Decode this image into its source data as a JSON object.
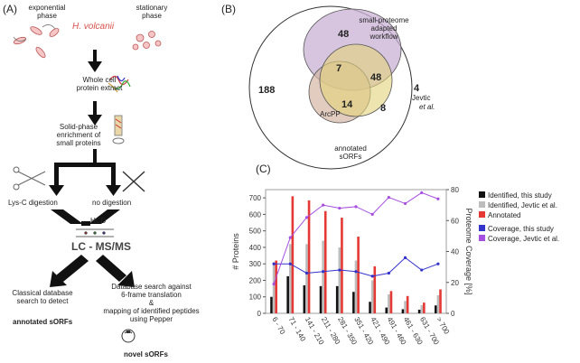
{
  "panelA": {
    "label": "(A)",
    "exponential": "exponential\nphase",
    "stationary": "stationary\nphase",
    "organism": "H. volcanii",
    "step1": "Whole cell\nprotein extract",
    "step2": "Solid-phase\nenrichment of\nsmall proteins",
    "lys": "Lys-C digestion",
    "nodig": "no digestion",
    "hcd": "HCD",
    "lcms": "LC - MS/MS",
    "left_desc": "Classical database\nsearch to detect",
    "right_desc": "Database search against\n6-frame translation\n&\nmapping of identified peptides\nusing Pepper",
    "annotated": "annotated sORFs",
    "novel": "novel sORFs"
  },
  "panelB": {
    "label": "(B)",
    "n188": "188",
    "n48top": "48",
    "n7": "7",
    "n48center": "48",
    "n4": "4",
    "n14": "14",
    "n8": "8",
    "workflow": "small-proteome\nadapted\nworkflow",
    "jevtic": "Jevtic",
    "etal": "et al.",
    "arcpp": "ArcPP",
    "annotated": "annotated\nsORFs"
  },
  "panelC": {
    "label": "(C)"
  },
  "chart_data": {
    "type": "bar",
    "categories": [
      "6 - 70",
      "71 - 140",
      "141 - 210",
      "211 - 280",
      "281 - 350",
      "351 - 420",
      "421 - 490",
      "491 - 460",
      "461 - 630",
      "631 - 700",
      "> 700"
    ],
    "ylabel": "# Proteins",
    "y2label": "Proteome Coverage [%]",
    "ylim": [
      0,
      750
    ],
    "y2lim": [
      0,
      80
    ],
    "yticks": [
      0,
      100,
      200,
      300,
      400,
      500,
      600,
      700
    ],
    "y2ticks": [
      0,
      20,
      40,
      60,
      80
    ],
    "series": [
      {
        "name": "Identified, this study",
        "color": "#111111",
        "values": [
          100,
          225,
          170,
          165,
          165,
          130,
          70,
          35,
          25,
          22,
          48
        ]
      },
      {
        "name": "Identified, Jevtic et al.",
        "color": "#bdbdbd",
        "values": [
          310,
          420,
          420,
          440,
          400,
          320,
          200,
          115,
          75,
          50,
          110
        ]
      },
      {
        "name": "Annotated",
        "color": "#e53935",
        "values": [
          320,
          710,
          685,
          620,
          580,
          465,
          285,
          135,
          105,
          65,
          145
        ]
      }
    ],
    "lines": [
      {
        "name": "Coverage, this study",
        "color": "#3333cc",
        "values": [
          32,
          32,
          26,
          27,
          28,
          27,
          24,
          26,
          36,
          28,
          32
        ]
      },
      {
        "name": "Coverage, Jevtic et al.",
        "color": "#a64ee0",
        "values": [
          19,
          49,
          62,
          70,
          68,
          69,
          64,
          75,
          71,
          78,
          74
        ]
      }
    ],
    "legend_position": "right"
  }
}
